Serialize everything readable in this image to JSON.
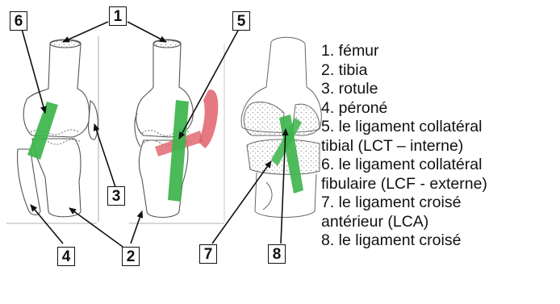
{
  "callouts": [
    "1",
    "2",
    "3",
    "4",
    "5",
    "6",
    "7",
    "8"
  ],
  "legend": [
    "1. fémur",
    "2. tibia",
    "3. rotule",
    "4. péroné",
    "5. le ligament collatéral",
    "tibial (LCT – interne)",
    "6. le ligament collatéral",
    "fibulaire (LCF - externe)",
    "7. le ligament croisé",
    "antérieur (LCA)",
    "8. le ligament croisé"
  ],
  "colors": {
    "ligament_green": "#3cb44a",
    "ligament_red": "#e0626c",
    "outline": "#555555",
    "bone_speckle": "#9a9a9a"
  }
}
